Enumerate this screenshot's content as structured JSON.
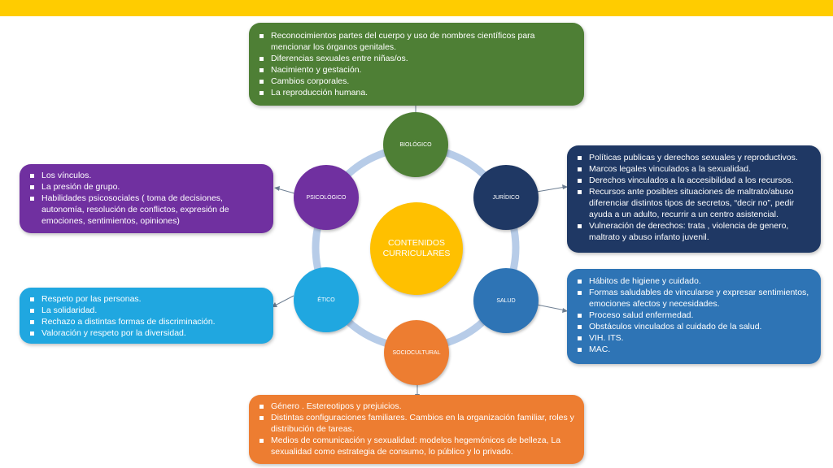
{
  "colors": {
    "top_bar": "#FFCC00",
    "ring": "#B7CCE8",
    "biologico": "#4E7F35",
    "juridico": "#1F3864",
    "salud": "#2E74B5",
    "sociocultural": "#ED7D31",
    "etico": "#20A7E0",
    "psicologico": "#7030A0",
    "center": "#FFC000"
  },
  "center": {
    "label": "CONTENIDOS CURRICULARES"
  },
  "nodes": {
    "biologico": "BIOLÓGICO",
    "juridico": "JURÍDICO",
    "salud": "SALUD",
    "sociocultural": "SOCIOCULTURAL",
    "etico": "ÉTICO",
    "psicologico": "PSICOLÓGICO"
  },
  "boxes": {
    "biologico": [
      "Reconocimientos partes del cuerpo y uso de nombres científicos para mencionar los órganos genitales.",
      "Diferencias sexuales entre niñas/os.",
      "Nacimiento y gestación.",
      "Cambios corporales.",
      "La reproducción humana."
    ],
    "juridico": [
      "Políticas publicas y derechos sexuales y reproductivos.",
      "Marcos legales vinculados a la sexualidad.",
      "Derechos vinculados a la accesibilidad a los recursos.",
      "Recursos ante posibles situaciones de maltrato/abuso diferenciar distintos tipos de secretos, “decir no”, pedir ayuda a un adulto, recurrir a un centro asistencial.",
      "Vulneración de derechos: trata , violencia de genero, maltrato y abuso infanto juvenil."
    ],
    "salud": [
      "Hábitos de higiene y cuidado.",
      "Formas saludables de vincularse y expresar sentimientos, emociones afectos y necesidades.",
      "Proceso salud enfermedad.",
      "Obstáculos  vinculados al cuidado de la salud.",
      "VIH. ITS.",
      "MAC."
    ],
    "sociocultural": [
      "Género . Estereotipos y prejuicios.",
      "Distintas configuraciones familiares. Cambios en la organización familiar, roles y distribución de tareas.",
      "Medios de comunicación y sexualidad: modelos hegemónicos de belleza, La sexualidad como estrategia de consumo, lo público y lo privado."
    ],
    "etico": [
      "Respeto por las personas.",
      "La solidaridad.",
      "Rechazo a distintas formas de discriminación.",
      "Valoración y respeto por la diversidad."
    ],
    "psicologico": [
      "Los vínculos.",
      "La presión de grupo.",
      "Habilidades psicosociales ( toma de decisiones, autonomía, resolución de conflictos, expresión de emociones, sentimientos, opiniones)"
    ]
  }
}
